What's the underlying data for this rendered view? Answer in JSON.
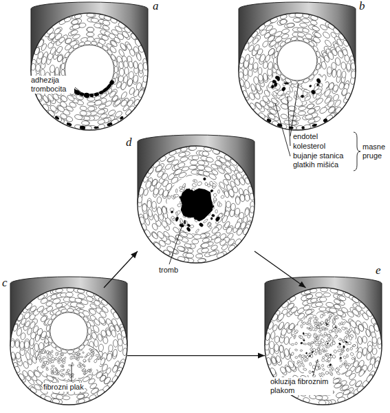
{
  "diagram": {
    "nodes": [
      {
        "text": [
          "a"
        ]
      },
      {
        "text": [
          "b"
        ]
      },
      {
        "text": [
          "d"
        ]
      },
      {
        "text": [
          "c"
        ]
      },
      {
        "text": [
          "e"
        ]
      }
    ],
    "edges": [
      {
        "from": 3,
        "to": 2,
        "arrow": "to"
      },
      {
        "from": 2,
        "to": 4,
        "arrow": "to"
      },
      {
        "from": 3,
        "to": 4,
        "arrow": "to"
      }
    ],
    "labels": [
      "adhezija trombocita",
      "endotel",
      "kolesterol",
      "bujanje stanica glatkih mišića",
      "masne pruge",
      "tromb",
      "fibrozni plak",
      "okluzija fibroznim plakom"
    ]
  }
}
